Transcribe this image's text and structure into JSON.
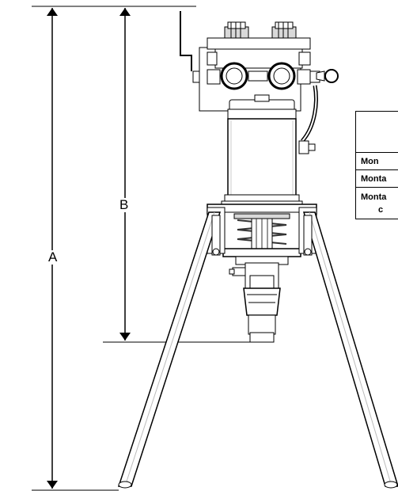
{
  "dimensions": {
    "a_label": "A",
    "b_label": "B"
  },
  "table": {
    "rows": [
      {
        "line1": "",
        "line2": ""
      },
      {
        "line1": "Mon",
        "line2": ""
      },
      {
        "line1": "Monta",
        "line2": ""
      },
      {
        "line1": "Monta",
        "line2": "c"
      }
    ]
  },
  "colors": {
    "line": "#000000",
    "part_fill": "#ffffff",
    "shade": "#d9d9d9",
    "dark": "#333333"
  }
}
